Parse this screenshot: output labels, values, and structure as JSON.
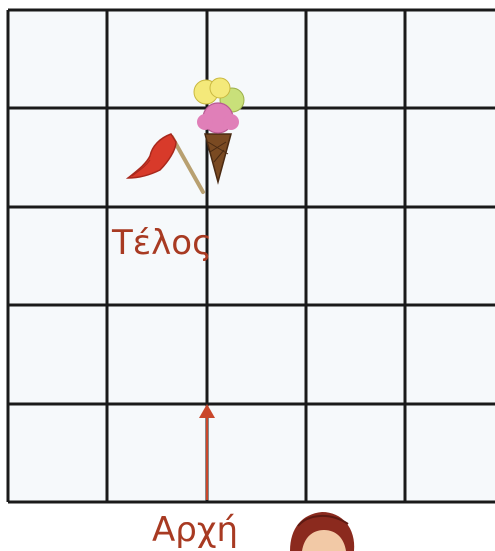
{
  "grid": {
    "columns": 5,
    "rows": 5,
    "line_color": "#1a1a1a",
    "cell_color": "#f6f9fb"
  },
  "labels": {
    "end": "Τέλος",
    "start": "Αρχή"
  },
  "colors": {
    "label": "#a83a22",
    "arrow": "#c9472b",
    "flag": "#d83a2a",
    "cone": "#7a4a22",
    "scoop_pink": "#e07fb8",
    "scoop_yellow": "#f4e97a",
    "scoop_green": "#c9e07a",
    "hair": "#8b2a1e"
  },
  "icons": {
    "flag": "flag-icon",
    "ice_cream": "ice-cream-icon",
    "girl": "girl-character-icon",
    "arrow": "up-arrow-icon"
  }
}
